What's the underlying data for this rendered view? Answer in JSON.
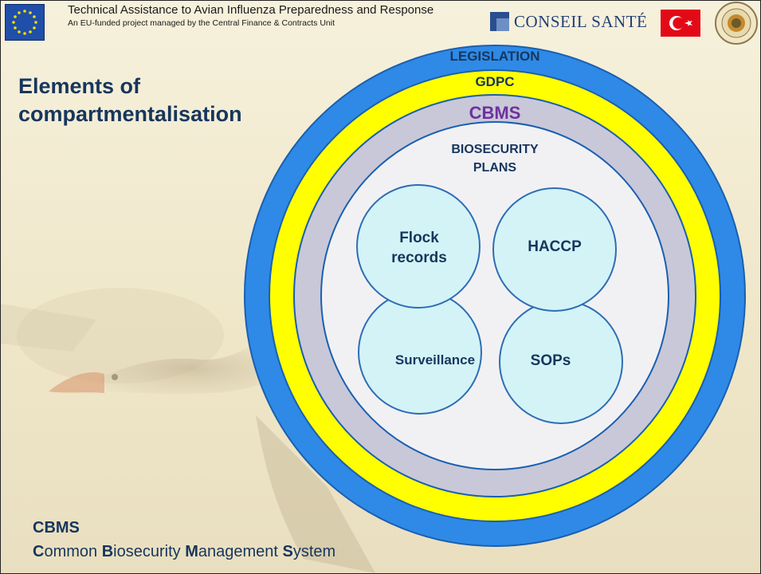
{
  "header": {
    "title": "Technical Assistance to Avian Influenza Preparedness and Response",
    "subtitle": "An EU-funded project managed by the Central Finance & Contracts Unit",
    "conseil_logo_text": "CONSEIL SANTÉ",
    "logos": [
      "eu-flag-icon",
      "conseil-sante-logo",
      "turkish-flag-icon",
      "ministry-seal-icon"
    ]
  },
  "slide": {
    "title_line1": "Elements of",
    "title_line2": "compartmentalisation"
  },
  "diagram": {
    "rings": [
      "LEGISLATION",
      "GDPC",
      "CBMS"
    ],
    "inner_title_line1": "BIOSECURITY",
    "inner_title_line2": "PLANS",
    "circles": {
      "flock_line1": "Flock",
      "flock_line2": "records",
      "haccp": "HACCP",
      "surveillance": "Surveillance",
      "sops": "SOPs"
    },
    "colors": {
      "legislation": "#2e8ae6",
      "gdpc": "#ffff00",
      "cbms": "#c8c8d8",
      "biosecurity": "#f1f1f4",
      "circle_fill": "#d3f3f6",
      "circle_stroke": "#2e6db4",
      "cbms_text": "#7030a0",
      "text": "#17365d"
    }
  },
  "footer": {
    "title": "CBMS",
    "definition_parts": [
      {
        "bold": "C",
        "rest": "ommon "
      },
      {
        "bold": "B",
        "rest": "iosecurity "
      },
      {
        "bold": "M",
        "rest": "anagement "
      },
      {
        "bold": "S",
        "rest": "ystem"
      }
    ]
  }
}
